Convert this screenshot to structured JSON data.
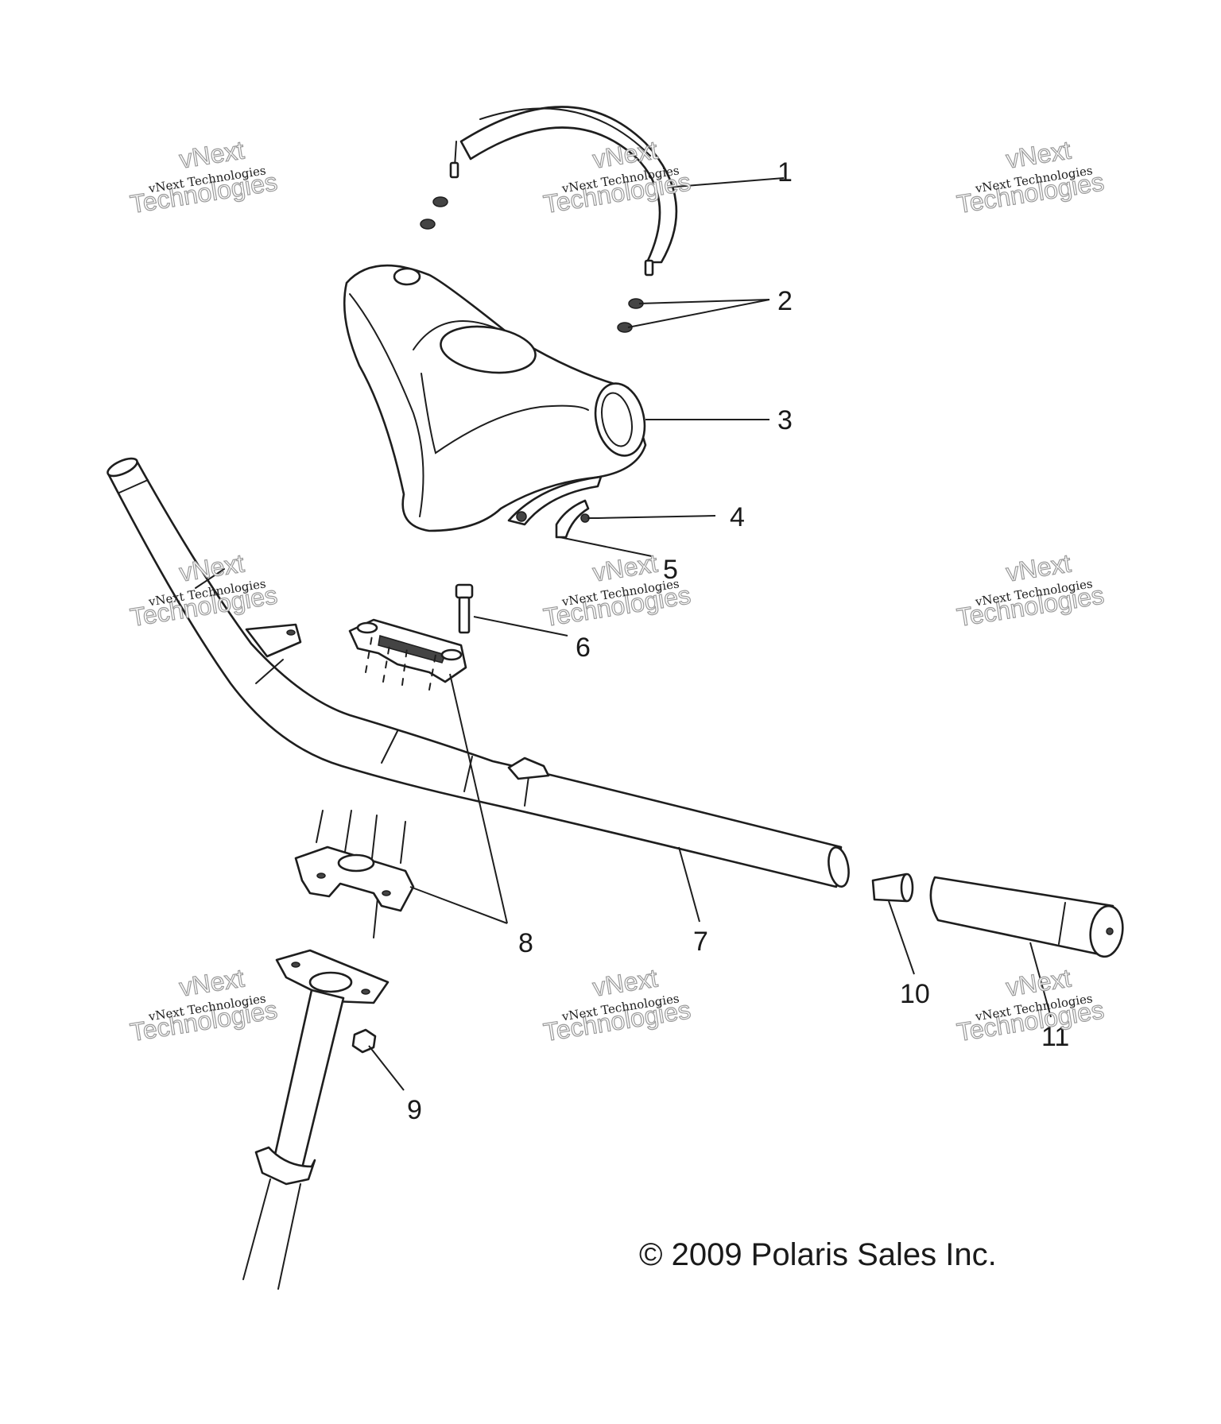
{
  "callouts": [
    "1",
    "2",
    "3",
    "4",
    "5",
    "6",
    "7",
    "8",
    "9",
    "10",
    "11"
  ],
  "watermark": {
    "line1": "vNext Technologies",
    "line2_top": "vNext",
    "line2_bottom": "Technologies"
  },
  "copyright": "© 2009 Polaris Sales Inc."
}
